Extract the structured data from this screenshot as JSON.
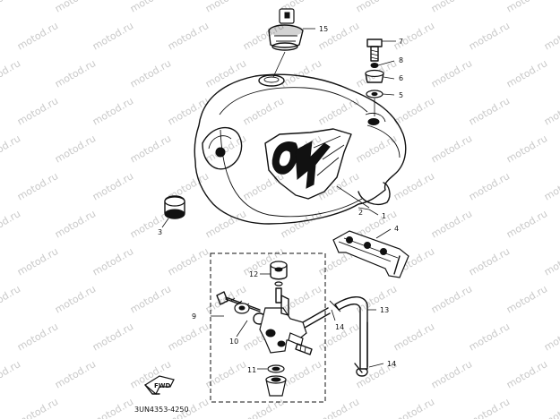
{
  "diagram": {
    "drawing_code": "3UN4353-4250",
    "fwd_label": "FWD",
    "watermark_text": "motod.ru",
    "callouts": {
      "c1": "1",
      "c2": "2",
      "c3": "3",
      "c4": "4",
      "c5": "5",
      "c6": "6",
      "c7": "7",
      "c8": "8",
      "c9": "9",
      "c10": "10",
      "c11": "11",
      "c12": "12",
      "c13": "13",
      "c14a": "14",
      "c14b": "14",
      "c15": "15"
    }
  }
}
